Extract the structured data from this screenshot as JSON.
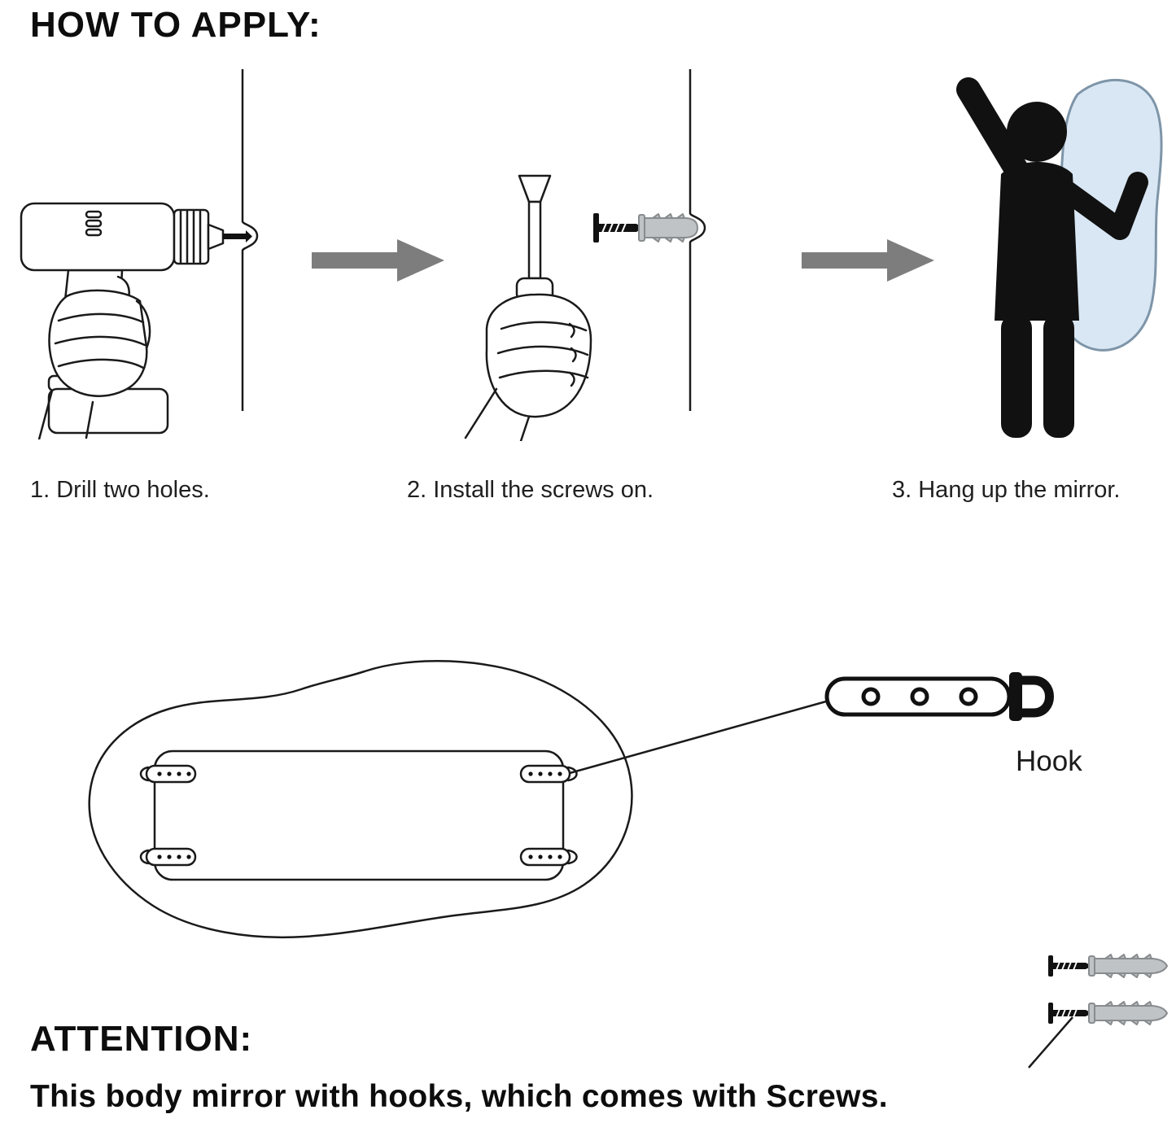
{
  "title": "HOW TO APPLY:",
  "steps": [
    {
      "caption": "1. Drill two holes."
    },
    {
      "caption": "2. Install the screws on."
    },
    {
      "caption": "3. Hang up the mirror."
    }
  ],
  "parts": {
    "hook_label": "Hook"
  },
  "attention": {
    "heading": "ATTENTION:",
    "text": "This body mirror with hooks, which comes with Screws."
  },
  "colors": {
    "ink": "#1a1a1a",
    "arrow": "#7d7d7d",
    "mirror": "#d9e7f4",
    "anchor": "#bfc3c6",
    "anchor_edge": "#888c8f",
    "silhouette": "#111111"
  },
  "icons": [
    "drill-icon",
    "wall-hole-icon",
    "arrow-right-icon",
    "screwdriver-hand-icon",
    "screw-anchor-icon",
    "person-hanging-mirror-icon",
    "mirror-back-outline-icon",
    "corner-hook-icon",
    "hook-strap-icon",
    "screws-pair-icon",
    "pointer-line"
  ]
}
